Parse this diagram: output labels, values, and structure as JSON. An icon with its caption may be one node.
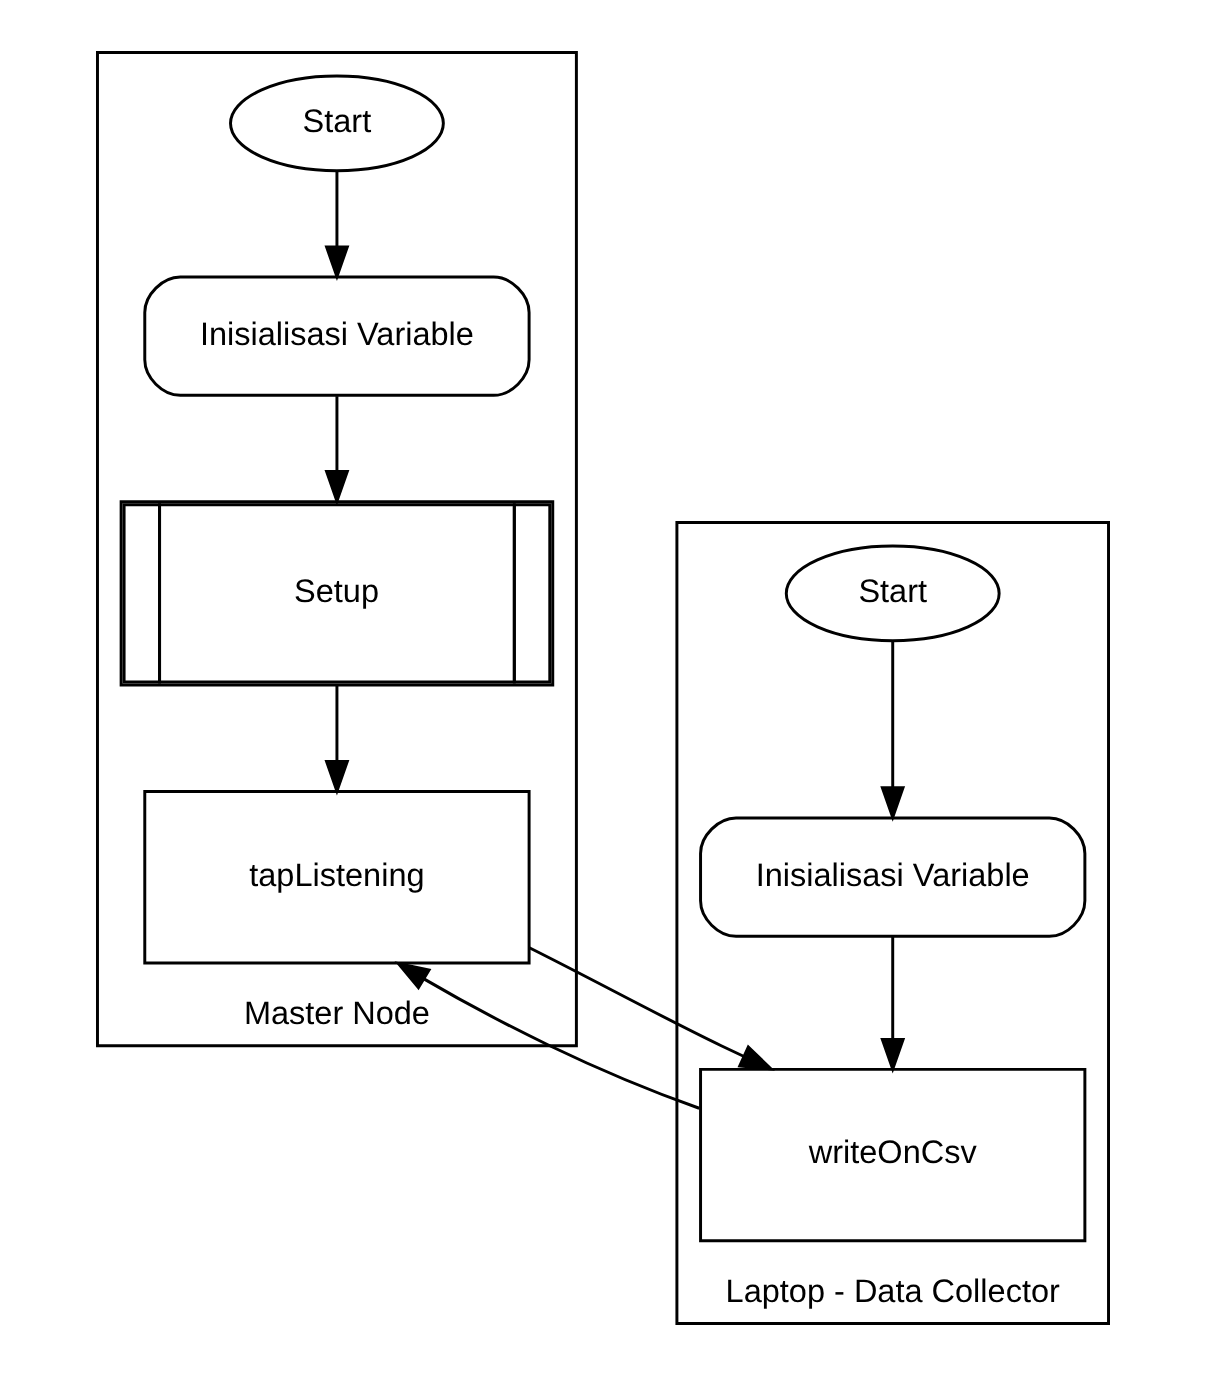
{
  "diagram": {
    "nodes": [
      {
        "text": [
          "Master Node"
        ]
      },
      {
        "text": [
          "Start"
        ],
        "in": 0
      },
      {
        "text": [
          "Inisialisasi Variable"
        ],
        "in": 0
      },
      {
        "text": [
          "Setup"
        ],
        "in": 0
      },
      {
        "text": [
          "tapListening"
        ],
        "in": 0
      },
      {
        "text": [
          "Laptop - Data Collector"
        ]
      },
      {
        "text": [
          "Start"
        ],
        "in": 5
      },
      {
        "text": [
          "Inisialisasi Variable"
        ],
        "in": 5
      },
      {
        "text": [
          "writeOnCsv"
        ],
        "in": 5
      }
    ],
    "edges": [
      {
        "from": 1,
        "to": 2,
        "arrow": "to"
      },
      {
        "from": 2,
        "to": 3,
        "arrow": "to"
      },
      {
        "from": 3,
        "to": 4,
        "arrow": "to"
      },
      {
        "from": 4,
        "to": 8,
        "arrow": "to"
      },
      {
        "from": 6,
        "to": 7,
        "arrow": "to"
      },
      {
        "from": 7,
        "to": 8,
        "arrow": "to"
      },
      {
        "from": 8,
        "to": 4,
        "arrow": "to"
      }
    ]
  }
}
